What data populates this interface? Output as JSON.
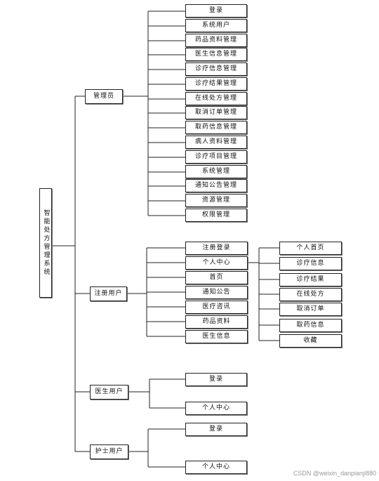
{
  "root": "智能处方管理系统",
  "roles": [
    {
      "label": "管理员",
      "items": [
        "登录",
        "系统用户",
        "药品资料管理",
        "医生信息管理",
        "诊疗信息管理",
        "诊疗结果管理",
        "在线处方管理",
        "取消订单管理",
        "取药信息管理",
        "病人资料管理",
        "诊疗项目管理",
        "系统管理",
        "通知公告管理",
        "资源管理",
        "权限管理"
      ]
    },
    {
      "label": "注册用户",
      "items": [
        "注册登录",
        "个人中心",
        "首页",
        "通知公告",
        "医疗咨讯",
        "药品资料",
        "医生信息"
      ],
      "sub_items": [
        "个人首页",
        "诊疗信息",
        "诊疗结果",
        "在线处方",
        "取消订单",
        "取药信息",
        "收藏"
      ]
    },
    {
      "label": "医生用户",
      "items": [
        "登录",
        "个人中心"
      ]
    },
    {
      "label": "护士用户",
      "items": [
        "登录",
        "个人中心"
      ]
    }
  ],
  "watermark": "CSDN @weixin_danpianji880"
}
